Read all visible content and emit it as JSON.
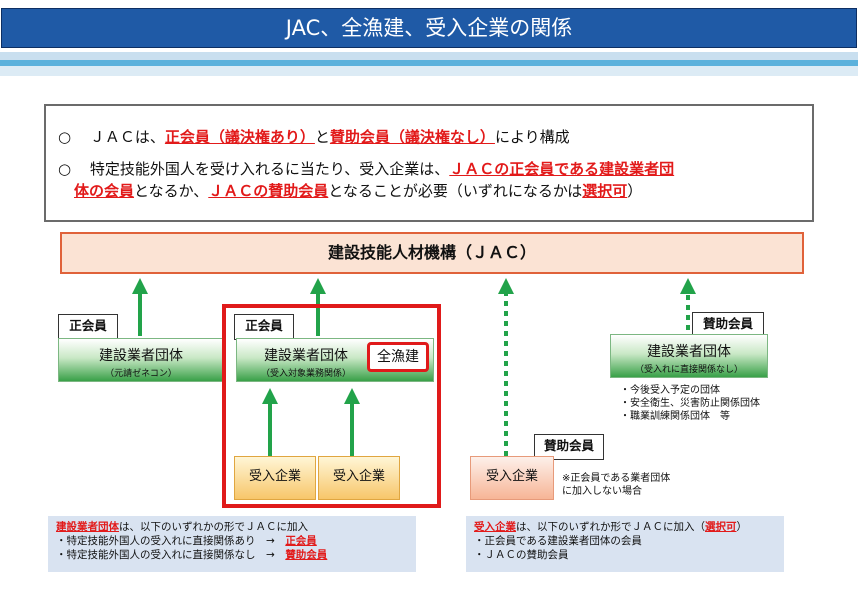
{
  "header": {
    "title": "JAC、全漁建、受入企業の関係"
  },
  "summary": {
    "line1": {
      "bullet": "○",
      "prefix": "ＪＡＣは、",
      "em1": "正会員（議決権あり）",
      "mid": "と",
      "em2": "賛助会員（議決権なし）",
      "suffix": "により構成"
    },
    "line2": {
      "bullet": "○",
      "prefix": "特定技能外国人を受け入れるに当たり、受入企業は、",
      "em1": "ＪＡＣの正会員である建設業者団",
      "em1b": "体の会員",
      "mid": "となるか、",
      "em2": "ＪＡＣの賛助会員",
      "mid2": "となることが必要（いずれになるかは",
      "em3": "選択可",
      "suffix": "）"
    }
  },
  "jac": {
    "label": "建設技能人材機構（ＪＡＣ）"
  },
  "groups": {
    "left": {
      "tag": "正会員",
      "name": "建設業者団体",
      "sub": "（元請ゼネコン）"
    },
    "center": {
      "tag": "正会員",
      "name": "建設業者団体",
      "sub": "（受入対象業務関係）",
      "badge": "全漁建"
    },
    "right": {
      "tag": "賛助会員",
      "name": "建設業者団体",
      "sub": "（受入れに直接関係なし）",
      "notes": [
        "・今後受入予定の団体",
        "・安全衛生、災害防止関係団体",
        "・職業訓練関係団体　等"
      ]
    }
  },
  "enterprises": {
    "center_left": "受入企業",
    "center_right": "受入企業",
    "right": {
      "label": "受入企業",
      "tag": "賛助会員",
      "note1": "※正会員である業者団体",
      "note2": "に加入しない場合"
    }
  },
  "bottom_left": {
    "em": "建設業者団体",
    "text1": "は、以下のいずれかの形でＪＡＣに加入",
    "row1_text": "・特定技能外国人の受入れに直接関係あり　→　",
    "row1_em": "正会員",
    "row2_text": "・特定技能外国人の受入れに直接関係なし　→　",
    "row2_em": "賛助会員"
  },
  "bottom_right": {
    "em": "受入企業",
    "text1": "は、以下のいずれか形でＪＡＣに加入（",
    "em2": "選択可",
    "text1_end": "）",
    "row1": "・正会員である建設業者団体の会員",
    "row2": "・ＪＡＣの賛助会員"
  },
  "colors": {
    "title_bg": "#1f5aa6",
    "jac_bg": "#fbe3d4",
    "jac_border": "#e0623a",
    "arrow_green": "#22a34a",
    "emphasis_red": "#e21a1a",
    "bottom_bg": "#d9e3f1"
  }
}
